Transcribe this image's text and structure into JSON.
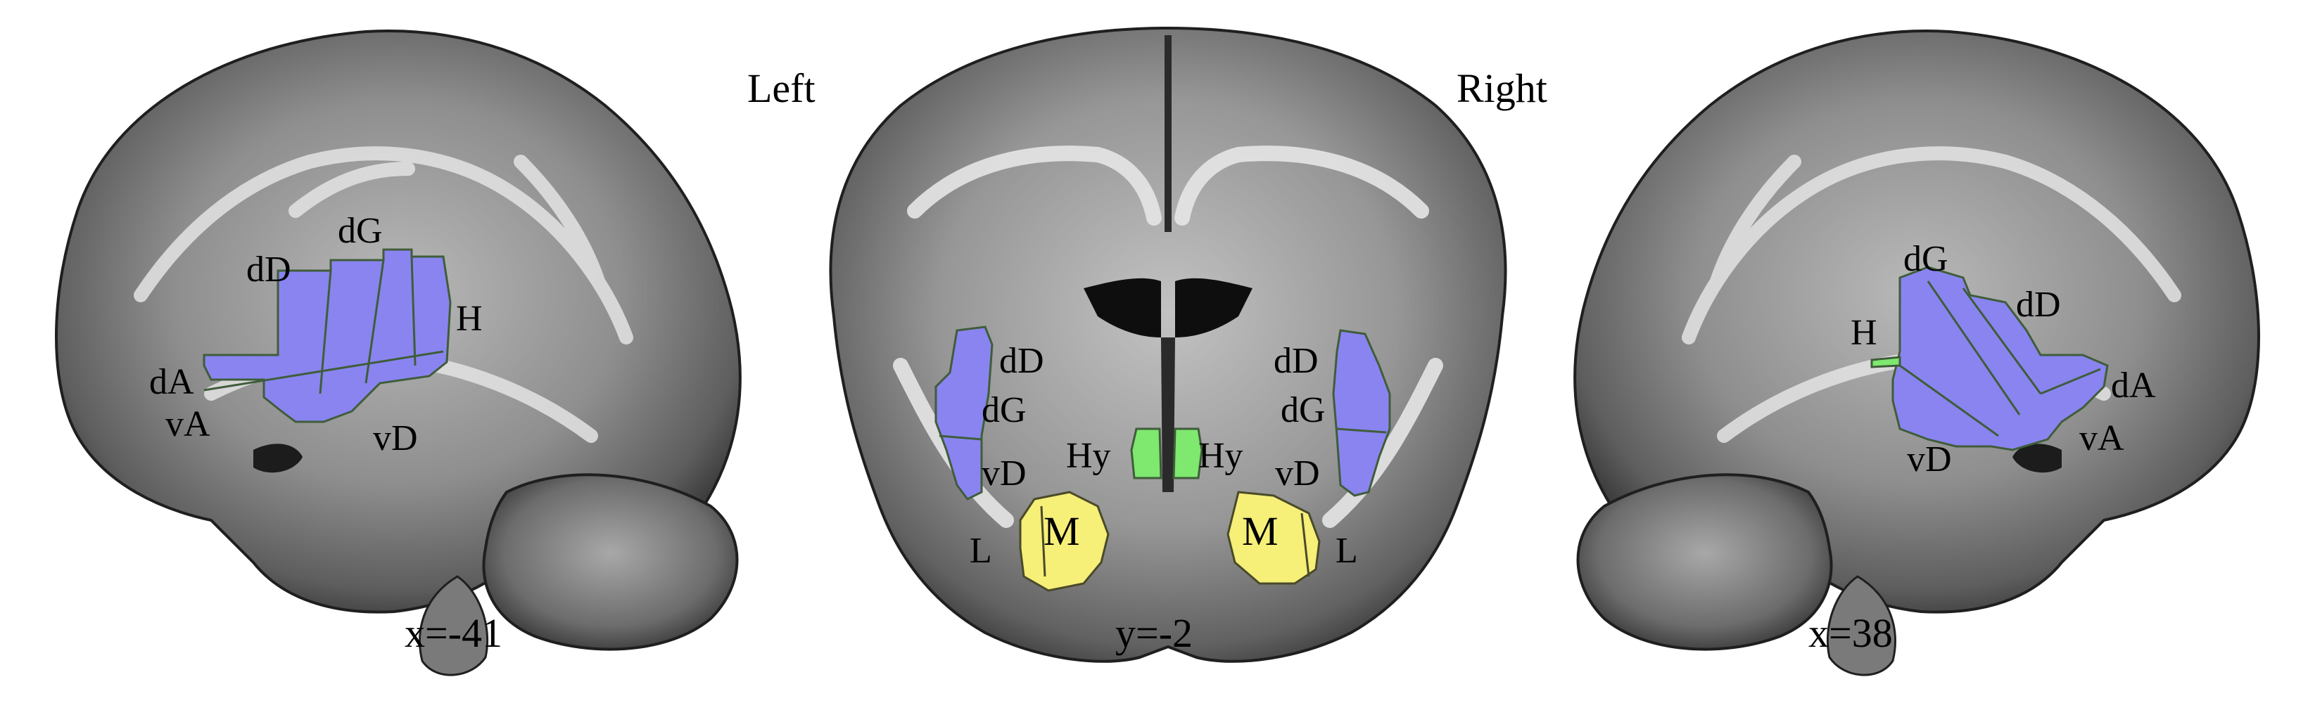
{
  "header": {
    "left": "Left",
    "right": "Right"
  },
  "panels": [
    {
      "id": "left-sagittal",
      "coord_label": "x=-41",
      "labels": {
        "dG": "dG",
        "dD": "dD",
        "H": "H",
        "dA": "dA",
        "vA": "vA",
        "vD": "vD"
      }
    },
    {
      "id": "coronal",
      "coord_label": "y=-2",
      "labels": {
        "dD_left": "dD",
        "dG_left": "dG",
        "vD_left": "vD",
        "Hy_left": "Hy",
        "M_left": "M",
        "L_left": "L",
        "dD_right": "dD",
        "dG_right": "dG",
        "vD_right": "vD",
        "Hy_right": "Hy",
        "M_right": "M",
        "L_right": "L"
      }
    },
    {
      "id": "right-sagittal",
      "coord_label": "x=38",
      "labels": {
        "dG": "dG",
        "dD": "dD",
        "H": "H",
        "dA": "dA",
        "vA": "vA",
        "vD": "vD"
      }
    }
  ],
  "colors": {
    "insula_roi": "#8a84f0",
    "hypothalamus_roi": "#7ee86f",
    "amygdala_roi": "#f6ef78",
    "roi_outline": "#3f5d3a",
    "background": "#ffffff"
  }
}
